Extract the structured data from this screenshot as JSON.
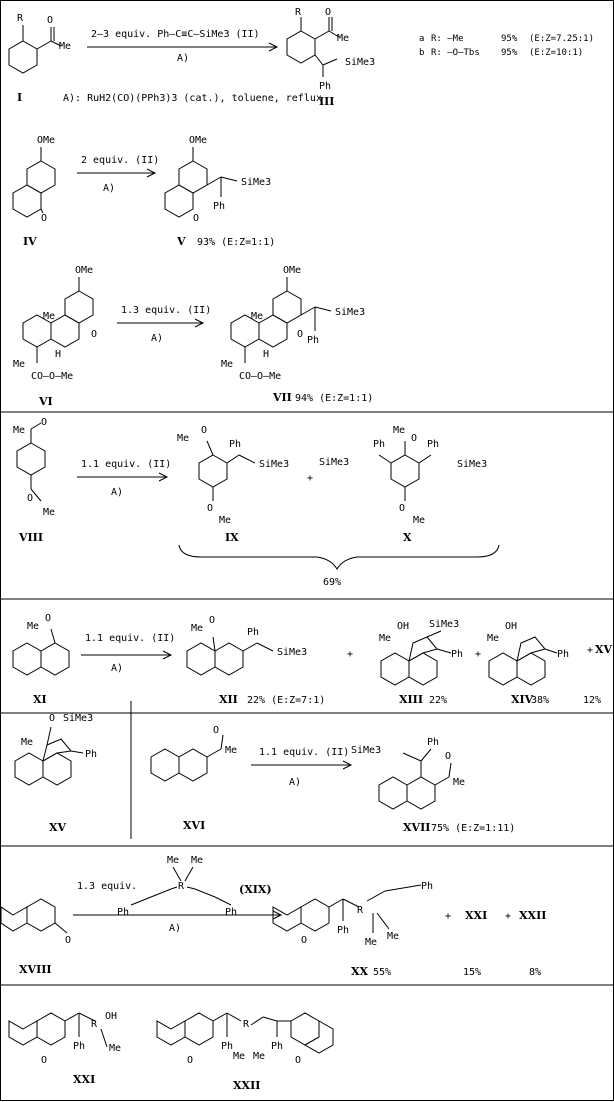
{
  "rows": [
    {
      "reagent": "2–3 equiv. Ph—C≡C—SiMe3 (II)",
      "condition": "A)",
      "condition_def": "A): RuH2(CO)(PPh3)3 (cat.), toluene, reflux",
      "labels": [
        "I",
        "III"
      ],
      "results": [
        {
          "tag": "a",
          "r": "R: —Me",
          "yield": "95%",
          "ratio": "(E:Z=7.25:1)"
        },
        {
          "tag": "b",
          "r": "R: —O—Tbs",
          "yield": "95%",
          "ratio": "(E:Z=10:1)"
        }
      ]
    },
    {
      "reagent": "2 equiv. (II)",
      "condition": "A)",
      "labels": [
        "IV",
        "V"
      ],
      "yield": "93% (E:Z=1:1)"
    },
    {
      "reagent": "1.3 equiv. (II)",
      "condition": "A)",
      "labels": [
        "VI",
        "VII"
      ],
      "yield": "94% (E:Z=1:1)"
    },
    {
      "reagent": "1.1 equiv. (II)",
      "condition": "A)",
      "labels": [
        "VIII",
        "IX",
        "X"
      ],
      "combined_yield": "69%"
    },
    {
      "reagent": "1.1 equiv. (II)",
      "condition": "A)",
      "labels": [
        "XI",
        "XII",
        "XIII",
        "XIV",
        "XV"
      ],
      "yields": [
        "22% (E:Z=7:1)",
        "22%",
        "38%",
        "12%"
      ]
    },
    {
      "reagent": "1.1 equiv. (II)",
      "condition": "A)",
      "labels": [
        "XV",
        "XVI",
        "XVII"
      ],
      "yield": "75% (E:Z=1:11)"
    },
    {
      "reagent": "1.3 equiv.",
      "reagent_label": "(XIX)",
      "condition": "A)",
      "labels": [
        "XVIII",
        "XX",
        "XXI",
        "XXII"
      ],
      "yields": [
        "55%",
        "15%",
        "8%"
      ]
    },
    {
      "labels": [
        "XXI",
        "XXII"
      ]
    }
  ],
  "groups": {
    "me": "Me",
    "ome": "OMe",
    "ph": "Ph",
    "sime3": "SiMe3",
    "oh": "OH",
    "o": "O",
    "r": "R",
    "h": "H",
    "co_o_ome": "CO—O—Me",
    "plus": "+"
  }
}
